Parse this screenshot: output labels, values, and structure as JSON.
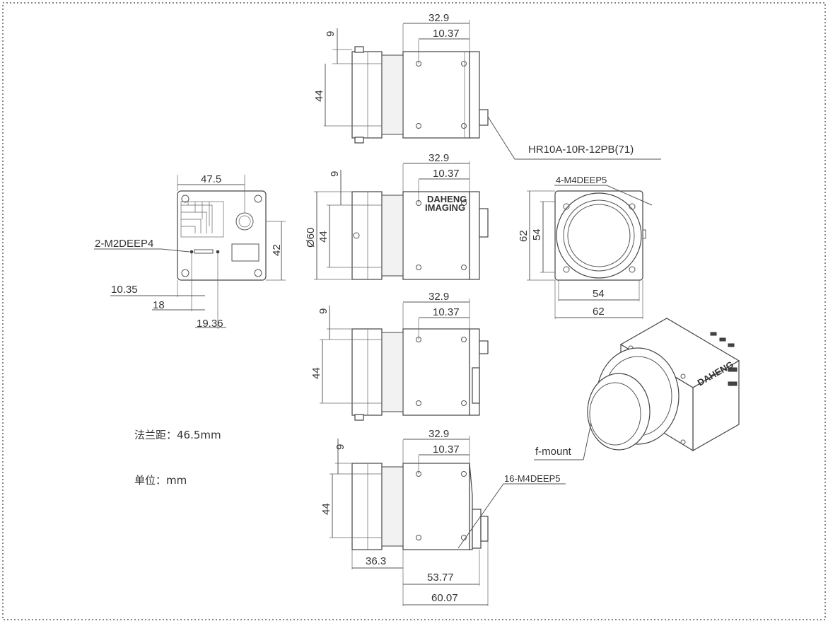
{
  "notes": {
    "flange": "法兰距：46.5mm",
    "unit": "单位：mm"
  },
  "callouts": {
    "connector": "HR10A-10R-12PB(71)",
    "front_holes": "4-M4DEEP5",
    "bottom_holes": "16-M4DEEP5",
    "rear_holes": "2-M2DEEP4",
    "mount": "f-mount"
  },
  "logo": {
    "line1": "DAHENG",
    "line2": "IMAGING"
  },
  "dimensions": {
    "top_view": {
      "total": "32.9",
      "part": "10.37",
      "offset": "9",
      "height": "44"
    },
    "side_view": {
      "total": "32.9",
      "part": "10.37",
      "offset": "9",
      "height": "44",
      "diameter": "Ø60"
    },
    "bottom_view": {
      "total": "32.9",
      "part": "10.37",
      "offset": "9",
      "height": "44"
    },
    "lower_view": {
      "total": "32.9",
      "part": "10.37",
      "offset": "9",
      "height": "44",
      "d1": "36.3",
      "d2": "53.77",
      "d3": "60.07"
    },
    "rear_view": {
      "width": "47.5",
      "height": "42",
      "d1": "10.35",
      "d2": "18",
      "d3": "19.36"
    },
    "front_view": {
      "inner_h": "54",
      "outer_h": "62",
      "inner_w": "54",
      "outer_w": "62"
    }
  }
}
